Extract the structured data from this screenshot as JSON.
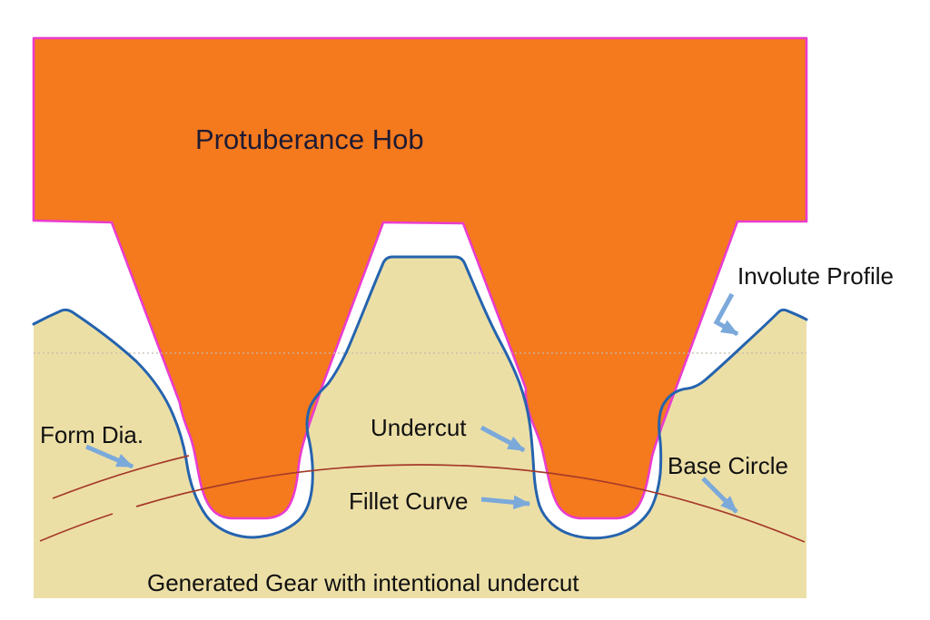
{
  "diagram": {
    "labels": {
      "hob": "Protuberance Hob",
      "involute": "Involute Profile",
      "form_dia": "Form Dia.",
      "undercut": "Undercut",
      "fillet": "Fillet Curve",
      "base_circle": "Base Circle",
      "gear": "Generated Gear with intentional undercut"
    },
    "colors": {
      "hob_fill": "#F5791D",
      "hob_outline": "#EA3CCE",
      "gear_fill": "#ECDFA6",
      "profile_stroke": "#2563AE",
      "arc_stroke": "#A53A29",
      "arrow_color": "#7BA9DA",
      "dotted_stroke": "#C4BBAE",
      "label_color": "#111111",
      "title_color": "#1E1B33"
    }
  }
}
